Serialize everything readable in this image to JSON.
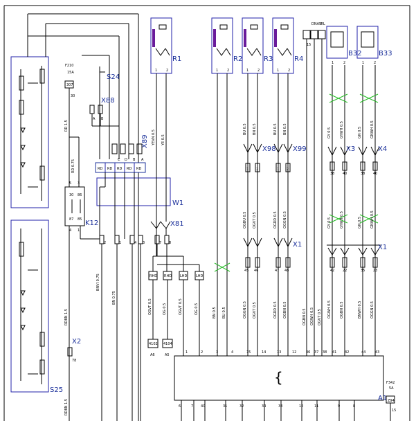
{
  "components": {
    "R1": "R1",
    "R2": "R2",
    "R3": "R3",
    "R4": "R4",
    "B32": "B32",
    "B33": "B33",
    "S24": "S24",
    "S25": "S25",
    "X88": "X88",
    "X89": "X89",
    "X98": "X98",
    "X99": "X99",
    "X3": "X3",
    "X4": "X4",
    "X1a": "X1",
    "X1b": "X1",
    "X81": "X81",
    "W1": "W1",
    "K12": "K12",
    "X2": "X2",
    "A1": "A1"
  },
  "fuses": {
    "f210": "F210",
    "f210_rating": "15A",
    "f210_pin": "30",
    "f342": "F342",
    "f342_rating": "5A",
    "f342_pin": "15"
  },
  "top_labels": {
    "l1": "15",
    "l2": "DNA5",
    "l3": "IRL"
  },
  "relay_pins": [
    "5",
    "3",
    "30",
    "86",
    "87",
    "85",
    "4",
    "1"
  ],
  "wire_labels": {
    "rd15": "RD 1.5",
    "rd075": "RD 0.75",
    "rdbn15": "RDBN 1.5",
    "rdbn15b": "RDBN 1.5",
    "bnvi": "BNVI 0.75",
    "bn": "BN 0.75",
    "ye1": "YEVN 0.5",
    "ye2": "YE 0.5",
    "bu05": "BU 0.5",
    "bn05": "BN 0.5",
    "bu05b": "BU 0.5",
    "bn05b": "BN 0.5",
    "gy": "GY 0.5",
    "gyvn": "GYWH 0.5",
    "gn": "GN 0.5",
    "gnvh": "GNWH 0.5",
    "ogbu": "OGBU 0.5",
    "ogvt": "OGVT 0.5",
    "ogrd": "OGRD 0.5",
    "oggn": "OGGN 0.5",
    "ogbn": "OGBN 0.5",
    "ogwh": "OGWH 0.5",
    "bnwh": "BNWH 0.5",
    "ogvt2": "OGVT 0.5",
    "og05": "OG 0.5",
    "bu05c": "BU 0.5"
  },
  "connector_pins": {
    "r1": [
      "1",
      "2"
    ],
    "r2": [
      "1",
      "2"
    ],
    "r3": [
      "1",
      "2"
    ],
    "r4": [
      "1",
      "2"
    ],
    "b32": [
      "1",
      "2"
    ],
    "b33": [
      "1",
      "2"
    ],
    "x89_top": [
      "C",
      "D",
      "B",
      "A"
    ],
    "x89_bot": [
      "RD",
      "RD",
      "RD",
      "RD",
      "RD"
    ],
    "x81": [
      "2",
      "1",
      "4",
      "3",
      "7",
      "8"
    ],
    "x98": [
      "1",
      "2"
    ],
    "x99": [
      "1",
      "2"
    ],
    "x3": [
      "38",
      "40"
    ],
    "x4": [
      "38",
      "40"
    ],
    "x1a": [
      "45",
      "46",
      "47",
      "48"
    ],
    "x1b": [
      "42",
      "22",
      "35",
      "23"
    ],
    "rhd": [
      "RHD",
      "RHD",
      "LHD",
      "LHD"
    ],
    "a1_top": [
      "1",
      "2",
      "3",
      "4",
      "15",
      "14",
      "13",
      "12",
      "36",
      "37",
      "38",
      "41",
      "42",
      "44",
      "43"
    ],
    "a1_bot": [
      "6",
      "7",
      "40",
      "31",
      "32",
      "34",
      "33",
      "10",
      "11",
      "9",
      "8"
    ],
    "a6": [
      "4102",
      "4104"
    ],
    "a6_lbl": [
      "A6",
      "A5"
    ],
    "x2_pin": "78",
    "f342_box": "Z94"
  },
  "a1_symbol": "{"
}
